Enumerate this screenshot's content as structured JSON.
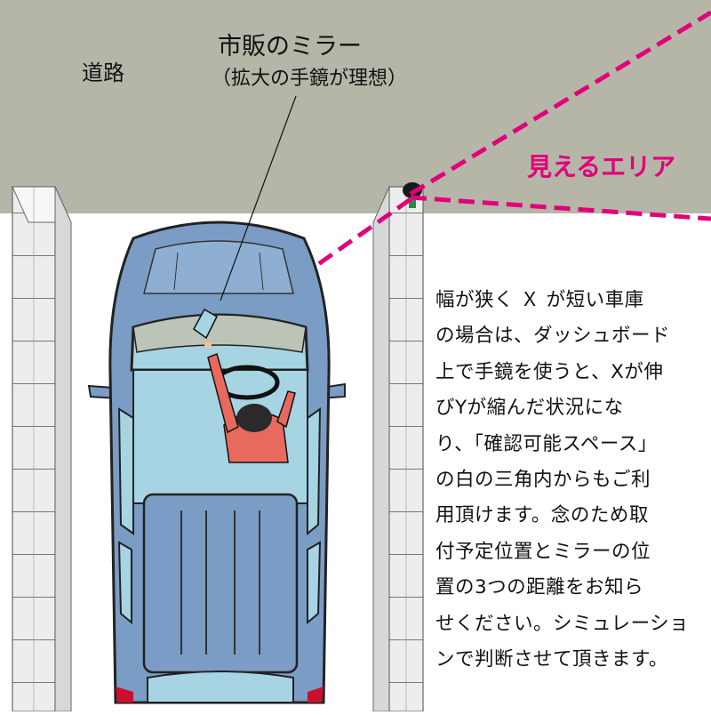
{
  "road_label": "道路",
  "mirror_label": "市販のミラー",
  "mirror_sublabel": "（拡大の手鏡が理想）",
  "visible_area_label": "見えるエリア",
  "description_lines": [
    "幅が狭く Ｘ が短い車庫",
    "の場合は、ダッシュボード",
    "上で手鏡を使うと、Xが伸",
    "びYが縮んだ状況にな",
    "り、「確認可能スペース」",
    "の白の三角内からもご利",
    "用頂けます。念のため取",
    "付予定位置とミラーの位",
    "置の3つの距離をお知ら",
    "せください。シミュレーショ",
    "ンで判断させて頂きます。"
  ],
  "colors": {
    "road": "#b5b6a8",
    "wall": "#eeeeee",
    "car_body": "#7b9cc4",
    "glass": "#a6d4e2",
    "driver_shirt": "#e86a5e",
    "sight_line": "#e2007a",
    "label_accent": "#e2007a"
  }
}
